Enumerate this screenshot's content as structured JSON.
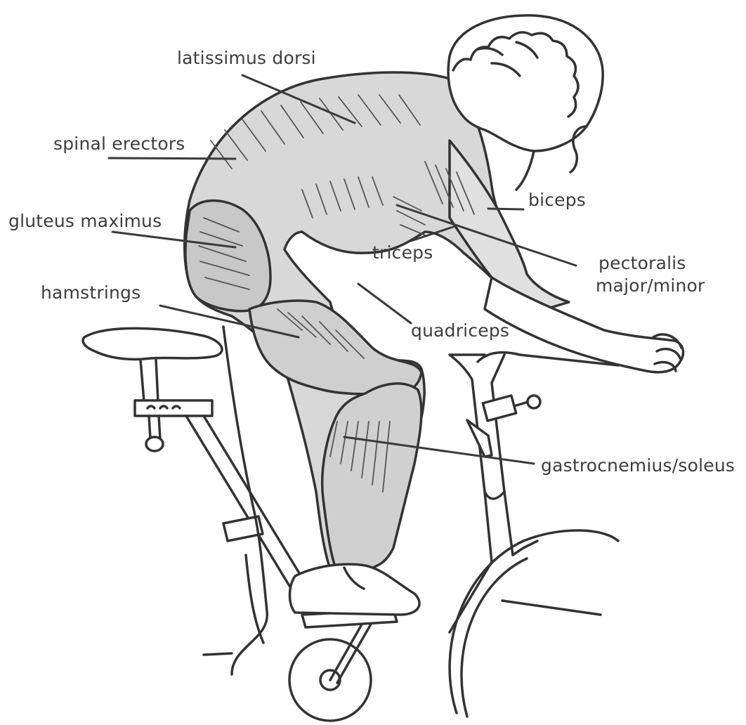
{
  "labels": {
    "latissimus_dorsi": "latissimus dorsi",
    "spinal_erectors": "spinal erectors",
    "gluteus_maximus": "gluteus maximus",
    "hamstrings": "hamstrings",
    "biceps": "biceps",
    "triceps": "triceps",
    "pectoralis_line1": "pectoralis",
    "pectoralis_line2": "major/minor",
    "quadriceps": "quadriceps",
    "gastrocnemius_soleus": "gastrocnemius/soleus"
  },
  "colors": {
    "ink": "#333333",
    "muscle_shade": "#cfcfcf",
    "label_text": "#3d3d3d"
  }
}
